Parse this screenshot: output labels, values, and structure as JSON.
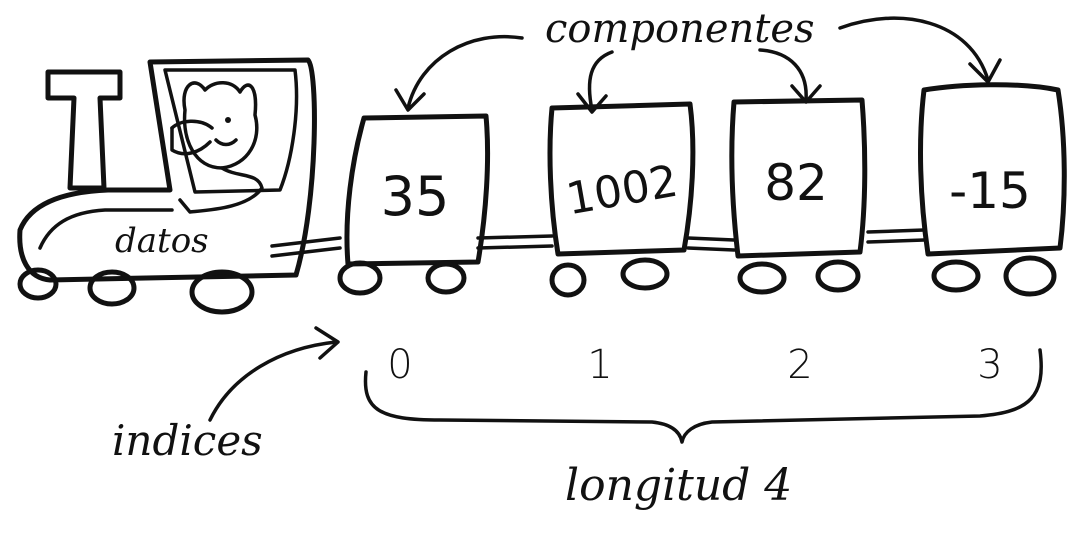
{
  "diagram": {
    "ink_color": "#111111",
    "background_color": "#ffffff",
    "labels": {
      "components": "componentes",
      "data": "datos",
      "indices": "indices",
      "length": "longitud 4"
    },
    "wagons": [
      {
        "value": "35",
        "index": "0"
      },
      {
        "value": "1002",
        "index": "1"
      },
      {
        "value": "82",
        "index": "2"
      },
      {
        "value": "-15",
        "index": "3"
      }
    ]
  }
}
